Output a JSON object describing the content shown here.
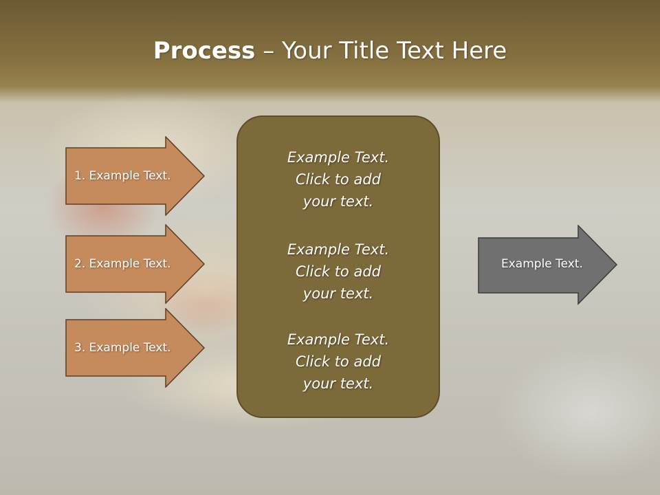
{
  "title": {
    "bold": "Process",
    "rest": " – Your Title Text Here"
  },
  "left_steps": [
    {
      "label": "1. Example Text."
    },
    {
      "label": "2. Example Text."
    },
    {
      "label": "3. Example Text."
    }
  ],
  "center_items": [
    {
      "line1": "Example Text.",
      "line2": "Click  to add",
      "line3": "your text."
    },
    {
      "line1": "Example Text.",
      "line2": "Click  to add",
      "line3": "your text."
    },
    {
      "line1": "Example Text.",
      "line2": "Click  to add",
      "line3": "your text."
    }
  ],
  "result": {
    "label": "Example Text."
  },
  "colors": {
    "left_arrow_fill": "#c58b5d",
    "left_arrow_stroke": "#5c3f26",
    "center_fill": "#7d6a3a",
    "right_arrow_fill": "#707070",
    "right_arrow_stroke": "#3b3b3b"
  }
}
